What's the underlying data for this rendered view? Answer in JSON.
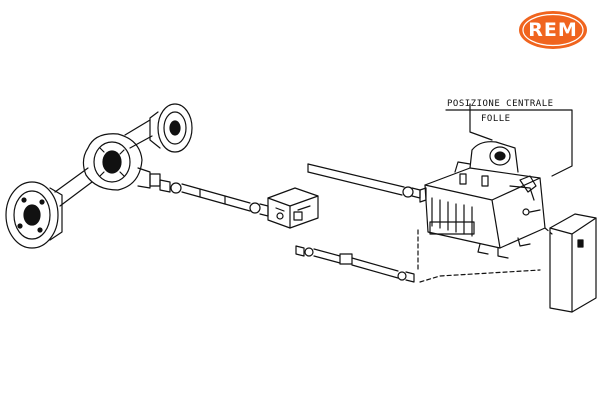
{
  "logo": {
    "text": "REM",
    "fill": "#f0641e",
    "ink": "#ffffff"
  },
  "labels": {
    "line1": "POSIZIONE CENTRALE",
    "line2": "FOLLE"
  },
  "colors": {
    "ink": "#111111",
    "paper": "#ffffff"
  }
}
